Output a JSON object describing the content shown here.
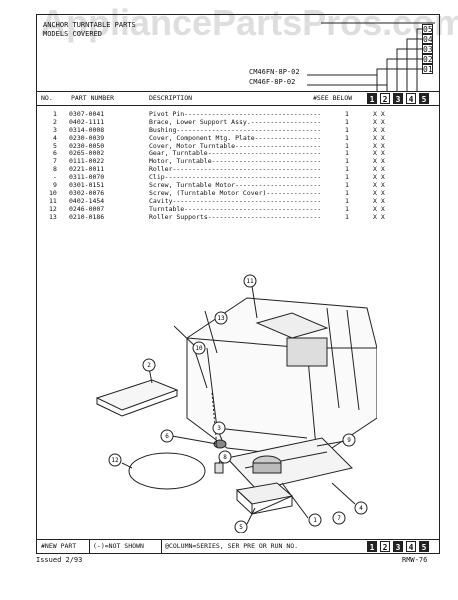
{
  "watermark": "AppliancePartsPros.com",
  "header": {
    "title_line1": "ANCHOR TURNTABLE PARTS",
    "title_line2": "MODELS COVERED",
    "models": [
      "CM46FN-8P-02",
      "CM46F-8P-02"
    ],
    "column_codes": [
      "05",
      "04",
      "03",
      "02",
      "01"
    ]
  },
  "columns": {
    "no": "NO.",
    "part_number": "PART NUMBER",
    "description": "DESCRIPTION",
    "see_below": "#SEE BELOW",
    "series_cols": [
      "1",
      "2",
      "3",
      "4",
      "5"
    ]
  },
  "parts": [
    {
      "no": "1",
      "part": "0307-0041",
      "desc": "Pivot Pin-----------------------------------",
      "qty": "1",
      "marks": "X  X"
    },
    {
      "no": "2",
      "part": "0402-1111",
      "desc": "Brace, Lower Support Assy.------------------",
      "qty": "1",
      "marks": "X  X"
    },
    {
      "no": "3",
      "part": "0314-0008",
      "desc": "Bushing-------------------------------------",
      "qty": "1",
      "marks": "X  X"
    },
    {
      "no": "4",
      "part": "0230-0039",
      "desc": "Cover, Component Mtg. Plate-----------------",
      "qty": "1",
      "marks": "X  X"
    },
    {
      "no": "5",
      "part": "0230-0050",
      "desc": "Cover, Motor Turntable----------------------",
      "qty": "1",
      "marks": "X  X"
    },
    {
      "no": "6",
      "part": "0265-0002",
      "desc": "Gear, Turntable-----------------------------",
      "qty": "1",
      "marks": "X  X"
    },
    {
      "no": "7",
      "part": "0111-0022",
      "desc": "Motor, Turntable----------------------------",
      "qty": "1",
      "marks": "X  X"
    },
    {
      "no": "8",
      "part": "0221-0011",
      "desc": "Roller--------------------------------------",
      "qty": "1",
      "marks": "X  X"
    },
    {
      "no": "-",
      "part": "0311-0070",
      "desc": "Clip----------------------------------------",
      "qty": "1",
      "marks": "X  X"
    },
    {
      "no": "9",
      "part": "0301-0151",
      "desc": "Screw, Turntable Motor----------------------",
      "qty": "1",
      "marks": "X  X"
    },
    {
      "no": "10",
      "part": "0302-0076",
      "desc": "Screw, (Turntable Motor Cover)--------------",
      "qty": "1",
      "marks": "X  X"
    },
    {
      "no": "11",
      "part": "0402-1454",
      "desc": "Cavity--------------------------------------",
      "qty": "1",
      "marks": "X  X"
    },
    {
      "no": "12",
      "part": "0246-0007",
      "desc": "Turntable-----------------------------------",
      "qty": "1",
      "marks": "X  X"
    },
    {
      "no": "13",
      "part": "0210-0186",
      "desc": "Roller Supports-----------------------------",
      "qty": "1",
      "marks": "X  X"
    }
  ],
  "diagram": {
    "callouts": [
      "1",
      "2",
      "3",
      "4",
      "5",
      "6",
      "7",
      "8",
      "9",
      "10",
      "11",
      "12",
      "13"
    ]
  },
  "footer": {
    "new_part": "#NEW PART",
    "not_shown": "(-)=NOT SHOWN",
    "column_note": "@COLUMN=SERIES, SER PRE OR RUN NO.",
    "series_cols": [
      "1",
      "2",
      "3",
      "4",
      "5"
    ]
  },
  "bottom": {
    "issued": "Issued 2/93",
    "doc_code": "RMW-76"
  }
}
